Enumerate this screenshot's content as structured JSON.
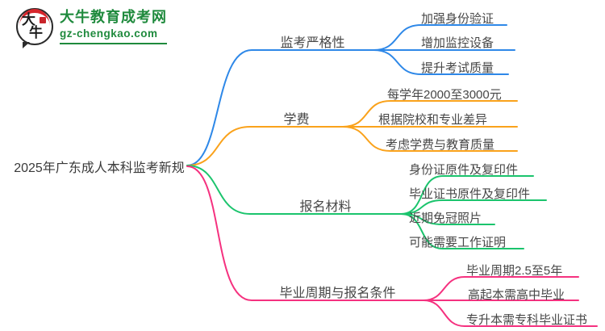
{
  "logo": {
    "icon_char_top": "大",
    "icon_char_bottom": "牛",
    "title": "大牛教育成考网",
    "domain": "gz-chengkao.com",
    "brand_green": "#1f8a3d",
    "brand_red": "#d7262c"
  },
  "mindmap": {
    "root": {
      "label": "2025年广东成人本科监考新规"
    },
    "branches": [
      {
        "label": "监考严格性",
        "color": "#2e88e8",
        "children": [
          "加强身份验证",
          "增加监控设备",
          "提升考试质量"
        ]
      },
      {
        "label": "学费",
        "color": "#faa21b",
        "children": [
          "每学年2000至3000元",
          "根据院校和专业差异",
          "考虑学费与教育质量"
        ]
      },
      {
        "label": "报名材料",
        "color": "#1bc46d",
        "children": [
          "身份证原件及复印件",
          "毕业证书原件及复印件",
          "近期免冠照片",
          "可能需要工作证明"
        ]
      },
      {
        "label": "毕业周期与报名条件",
        "color": "#f5317f",
        "children": [
          "毕业周期2.5至5年",
          "高起本需高中毕业",
          "专升本需专科毕业证书"
        ]
      }
    ]
  }
}
